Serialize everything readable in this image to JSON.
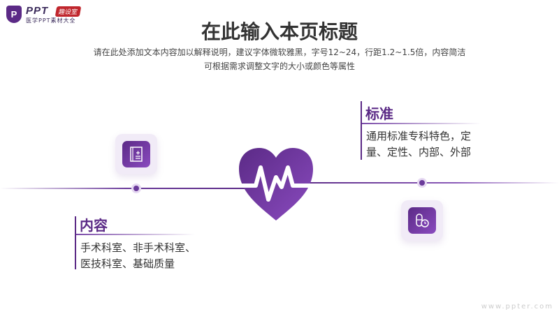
{
  "logo": {
    "mark": "P",
    "brand": "PPT",
    "tag": "趣设室",
    "subtitle": "医学PPT素材大全"
  },
  "header": {
    "title": "在此输入本页标题",
    "desc_line1": "请在此处添加文本内容加以解释说明，建议字体微软雅黑，字号12~24，行距1.2~1.5倍，内容简洁",
    "desc_line2": "可根据需求调整文字的大小或颜色等属性"
  },
  "blocks": [
    {
      "title": "内容",
      "line1": "手术科室、非手术科室、",
      "line2": "医技科室、基础质量",
      "icon": "medical-record-icon"
    },
    {
      "title": "标准",
      "line1": "通用标准专科特色，定",
      "line2": "量、定性、内部、外部",
      "icon": "pill-clock-icon"
    }
  ],
  "center_icon": "heartbeat-heart-icon",
  "colors": {
    "accent": "#5b2a86"
  },
  "watermark": "www.ppter.com"
}
